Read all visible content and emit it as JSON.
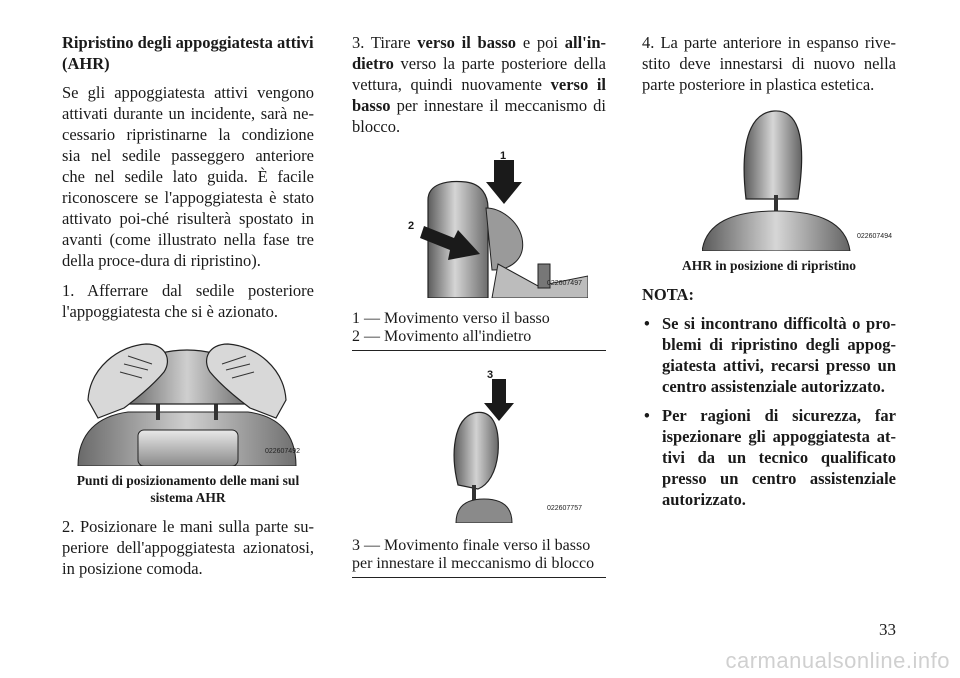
{
  "col1": {
    "heading": "Ripristino degli appoggiatesta attivi (AHR)",
    "intro": "Se gli appoggiatesta attivi vengono attivati durante un incidente, sarà ne-cessario ripristinarne la condizione sia nel sedile passeggero anteriore che nel sedile lato guida. È facile riconoscere se l'appoggiatesta è stato attivato poi-ché risulterà spostato in avanti (come illustrato nella fase tre della proce-dura di ripristino).",
    "step1": "1. Afferrare dal sedile posteriore l'appoggiatesta che si è azionato.",
    "fig_code": "022607492",
    "fig_caption": "Punti di posizionamento delle mani sul sistema AHR",
    "step2": "2.  Posizionare le mani sulla parte su-periore dell'appoggiatesta azionatosi, in posizione comoda."
  },
  "col2": {
    "step3_prefix": "3.  Tirare ",
    "step3_bold1": "verso il basso",
    "step3_mid1": " e poi ",
    "step3_bold2": "all'in-dietro",
    "step3_mid2": " verso la parte posteriore della vettura, quindi nuovamente ",
    "step3_bold3": "verso il basso",
    "step3_suffix": " per innestare il meccanismo di blocco.",
    "fig1_code": "022607497",
    "fig1_label1": "1",
    "fig1_label2": "2",
    "legend1_line1": "1 — Movimento verso il basso",
    "legend1_line2": "2 — Movimento all'indietro",
    "fig2_code": "022607757",
    "fig2_label3": "3",
    "legend2": "3 — Movimento finale verso il basso per innestare il meccanismo di blocco"
  },
  "col3": {
    "step4": "4.  La parte anteriore in espanso rive-stito deve innestarsi di nuovo nella parte posteriore in plastica estetica.",
    "fig_code": "022607494",
    "fig_caption": "AHR in posizione di ripristino",
    "nota_title": "NOTA:",
    "bullets": [
      "Se si incontrano difficoltà o pro-blemi di ripristino degli appog-giatesta attivi, recarsi presso un centro assistenziale autorizzato.",
      "Per ragioni di sicurezza, far ispezionare gli appoggiatesta at-tivi da un tecnico qualificato presso un centro assistenziale autorizzato."
    ]
  },
  "page_number": "33",
  "footer": "carmanualsonline.info"
}
